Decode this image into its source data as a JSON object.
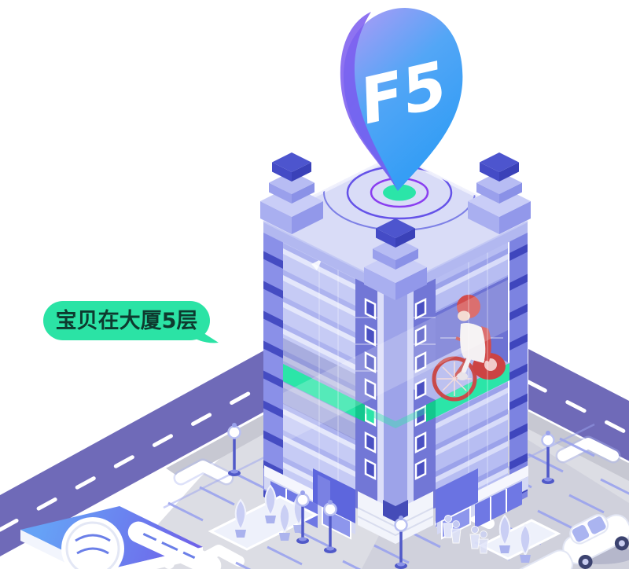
{
  "illustration": {
    "name": "find-location-building-scene",
    "pin": {
      "label": "F5"
    },
    "bubble": {
      "text": "宝贝在大厦5层"
    },
    "colors": {
      "accent_green": "#2BE5A8",
      "accent_green_dark": "#14C78E",
      "pin_purple": "#A79BF6",
      "pin_blue": "#2F9CF5",
      "pin_edge": "#7A5BEF",
      "road": "#6F6AB8",
      "sidewalk": "#C7C8D2",
      "plaza": "#DCDDE4",
      "roof": "#D9DCF7",
      "building_light": "#C6CBF5",
      "building_dark": "#4A52C6",
      "kid_red": "#D24C4C",
      "bubble_green": "#2BE3A5"
    }
  }
}
